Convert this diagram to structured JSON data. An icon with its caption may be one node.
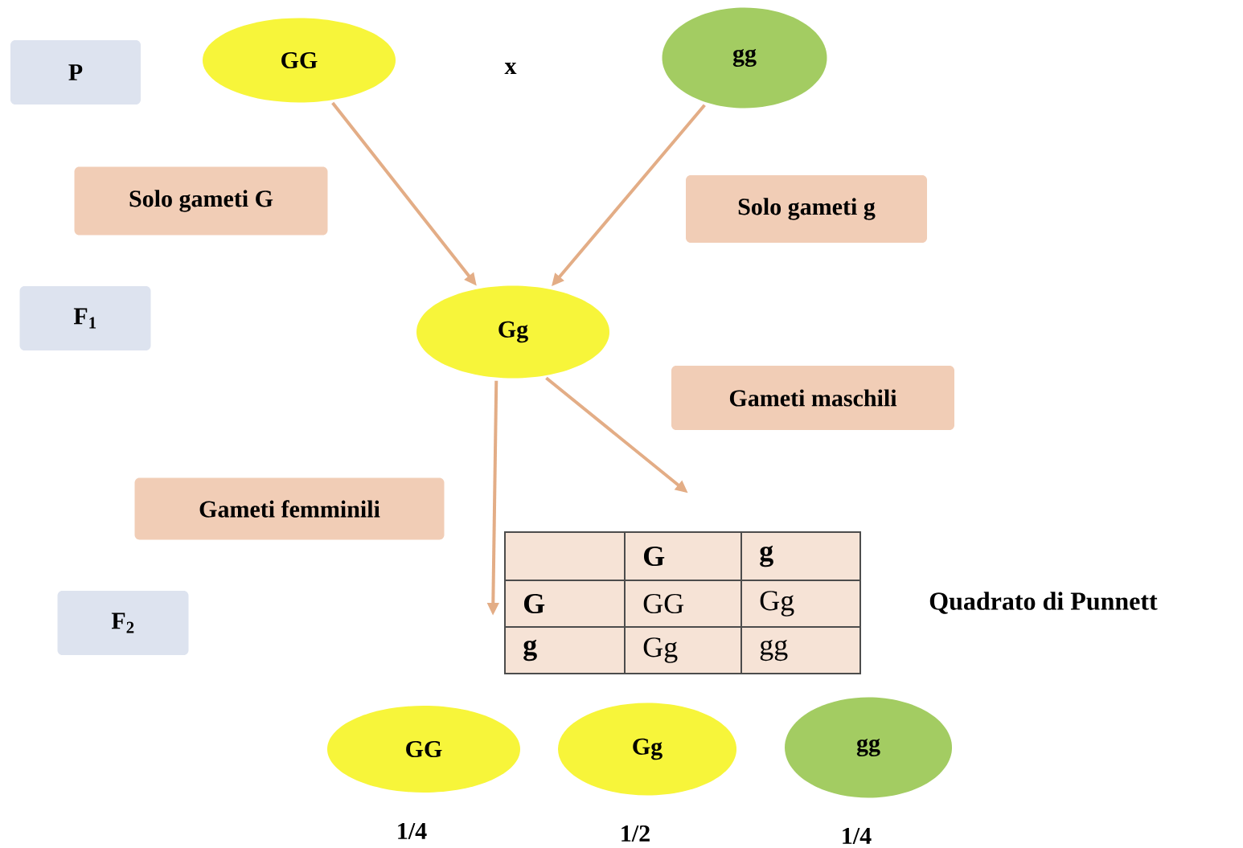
{
  "diagram": {
    "nodes": [
      {
        "text": [
          "P"
        ]
      },
      {
        "text": [
          "GG"
        ]
      },
      {
        "text": [
          "gg"
        ]
      },
      {
        "text": [
          "Solo gameti G"
        ]
      },
      {
        "text": [
          "Solo gameti g"
        ]
      },
      {
        "text": [
          "F$_{1}$"
        ]
      },
      {
        "text": [
          "Gg"
        ]
      },
      {
        "text": [
          "Gameti maschili"
        ]
      },
      {
        "text": [
          "Gameti femminili"
        ]
      },
      {
        "text": [
          "F$_{2}$"
        ]
      },
      {
        "text": [
          "G",
          "g",
          "G",
          "GG",
          "Gg",
          "g",
          "Gg",
          "gg"
        ],
        "beside": [
          "Quadrato di Punnett"
        ]
      },
      {
        "text": [
          "GG"
        ],
        "beside": [
          "1/4"
        ]
      },
      {
        "text": [
          "Gg"
        ],
        "beside": [
          "1/2"
        ]
      },
      {
        "text": [
          "gg"
        ],
        "beside": [
          "1/4"
        ]
      }
    ],
    "edges": [
      {
        "from": 1,
        "to": 6,
        "arrow": "to"
      },
      {
        "from": 2,
        "to": 6,
        "arrow": "to"
      },
      {
        "from": 6,
        "to": 10,
        "arrow": "to"
      },
      {
        "from": 6,
        "to": 10,
        "arrow": "to"
      }
    ],
    "labels": [
      "x"
    ]
  }
}
